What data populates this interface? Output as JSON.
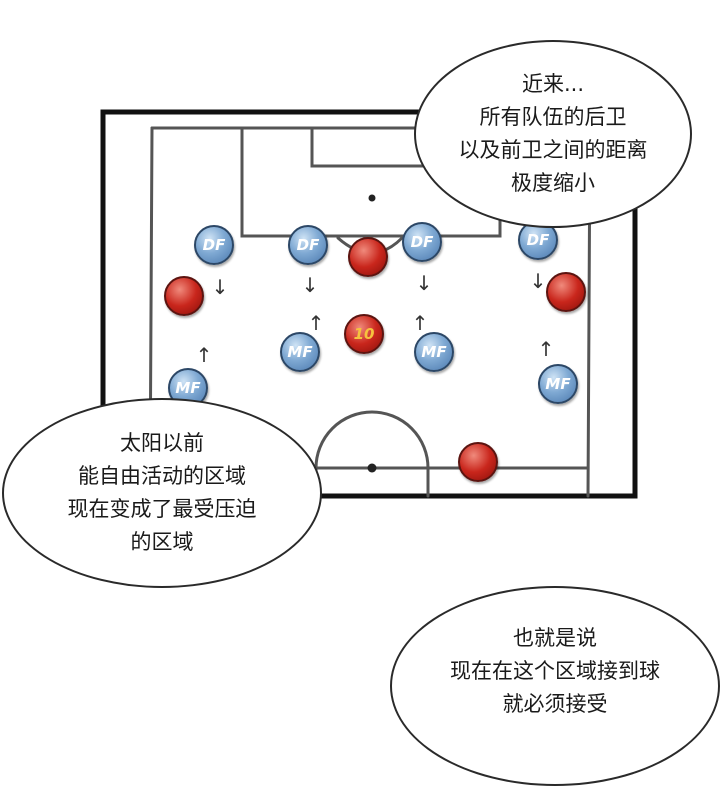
{
  "bubbles": {
    "top_right": [
      "近来...",
      "所有队伍的后卫",
      "以及前卫之间的距离",
      "极度缩小"
    ],
    "left": [
      "太阳以前",
      "能自由活动的区域",
      "现在变成了最受压迫",
      "的区域"
    ],
    "bottom_right": [
      "也就是说",
      "现在在这个区域接到球",
      "就必须接受"
    ]
  },
  "players": {
    "df_label": "DF",
    "mf_label": "MF",
    "star_number": "10"
  },
  "arrows": {
    "down": "↓",
    "up": "↑"
  }
}
